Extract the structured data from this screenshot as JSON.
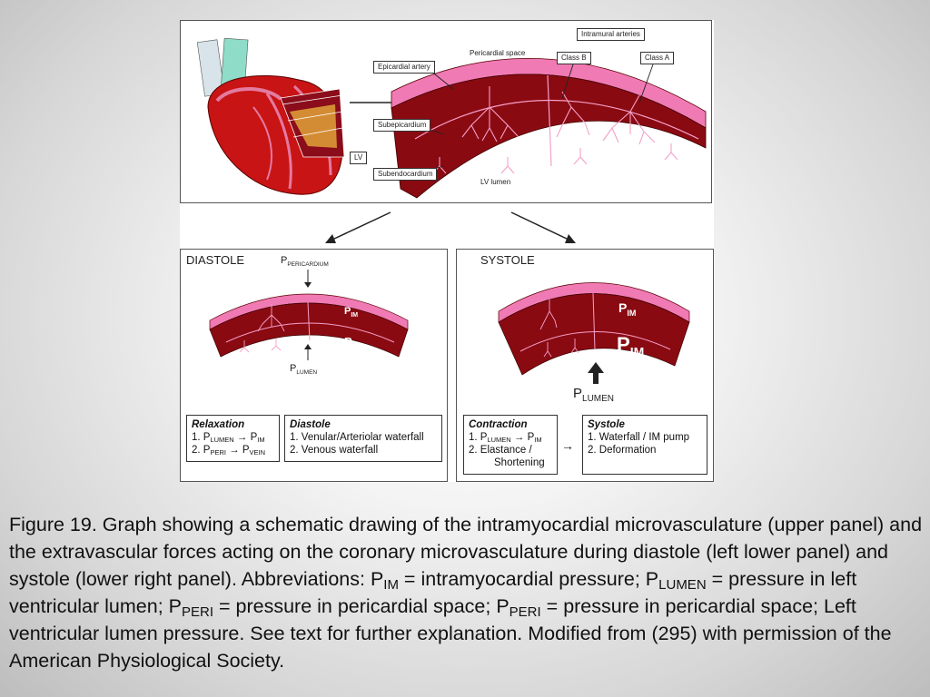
{
  "upper_panel": {
    "labels": {
      "intramural_arteries": "Intramural arteries",
      "pericardial_space": "Pericardial space",
      "class_b": "Class B",
      "class_a": "Class A",
      "epicardial_artery": "Epicardial artery",
      "subepicardium": "Subepicardium",
      "lv": "LV",
      "subendocardium": "Subendocardium",
      "lv_lumen": "LV lumen"
    }
  },
  "diastole": {
    "title": "DIASTOLE",
    "p_pericardium": "P",
    "p_pericardium_sub": "PERICARDIUM",
    "p_im": "P",
    "p_im_sub": "IM",
    "p_lumen": "P",
    "p_lumen_sub": "LUMEN",
    "box1": {
      "heading": "Relaxation",
      "line1_num": "1. P",
      "line1_sub1": "LUMEN",
      "line1_mid": " → P",
      "line1_sub2": "IM",
      "line2_num": "2. P",
      "line2_sub1": "PERI",
      "line2_mid": " → P",
      "line2_sub2": "VEIN"
    },
    "box2": {
      "heading": "Diastole",
      "line1": "1. Venular/Arteriolar waterfall",
      "line2": "2. Venous waterfall"
    }
  },
  "systole": {
    "title": "SYSTOLE",
    "p_im": "P",
    "p_im_sub": "IM",
    "p_lumen": "P",
    "p_lumen_sub": "LUMEN",
    "box1": {
      "heading": "Contraction",
      "line1_num": "1. P",
      "line1_sub1": "LUMEN",
      "line1_mid": " → P",
      "line1_sub2": "IM",
      "line2": "2. Elastance /",
      "line3": "Shortening"
    },
    "box2": {
      "heading": "Systole",
      "line1": "1. Waterfall / IM pump",
      "line2": "2. Deformation"
    },
    "arrow": "→"
  },
  "caption": {
    "part1": "Figure 19. Graph showing a schematic drawing of the intramyocardial microvasculature (upper panel) and the extravascular forces acting on the coronary microvasculature during diastole (left lower panel) and systole (lower right panel). Abbreviations: P",
    "sub_im": "IM",
    "part2": " = intramyocardial pressure; P",
    "sub_lumen": "LUMEN",
    "part3": " = pressure in left ventricular lumen; P",
    "sub_peri1": "PERI",
    "part4": " = pressure in pericardial space; P",
    "sub_peri2": "PERI",
    "part5": " = pressure in pericardial space; Left ventricular lumen pressure. See text for further explanation. Modified from (295) with permission of the American Physiological Society."
  }
}
